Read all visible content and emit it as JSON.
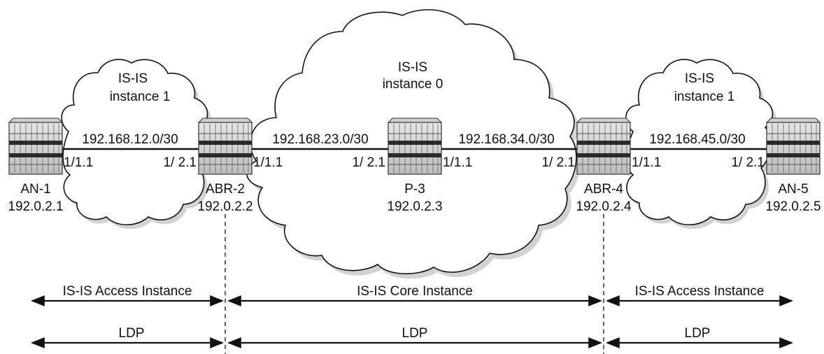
{
  "clouds": [
    {
      "id": "core",
      "title": "IS-IS",
      "subtitle": "instance 0"
    },
    {
      "id": "left",
      "title": "IS-IS",
      "subtitle": "instance 1"
    },
    {
      "id": "right",
      "title": "IS-IS",
      "subtitle": "instance 1"
    }
  ],
  "routers": [
    {
      "id": "an1",
      "name": "AN-1",
      "address": "192.0.2.1"
    },
    {
      "id": "abr2",
      "name": "ABR-2",
      "address": "192.0.2.2"
    },
    {
      "id": "p3",
      "name": "P-3",
      "address": "192.0.2.3"
    },
    {
      "id": "abr4",
      "name": "ABR-4",
      "address": "192.0.2.4"
    },
    {
      "id": "an5",
      "name": "AN-5",
      "address": "192.0.2.5"
    }
  ],
  "links": [
    {
      "subnet": "192.168.12.0/30",
      "port_a": "1/1.1",
      "port_b": "1/ 2.1"
    },
    {
      "subnet": "192.168.23.0/30",
      "port_a": "1/1.1",
      "port_b": "1/ 2.1"
    },
    {
      "subnet": "192.168.34.0/30",
      "port_a": "1/1.1",
      "port_b": "1/ 2.1"
    },
    {
      "subnet": "192.168.45.0/30",
      "port_a": "1/1.1",
      "port_b": "1/ 2.1"
    }
  ],
  "segments": {
    "instance": [
      {
        "label": "IS-IS Access Instance"
      },
      {
        "label": "IS-IS Core Instance"
      },
      {
        "label": "IS-IS Access Instance"
      }
    ],
    "protocol": [
      {
        "label": "LDP"
      },
      {
        "label": "LDP"
      },
      {
        "label": "LDP"
      }
    ]
  }
}
